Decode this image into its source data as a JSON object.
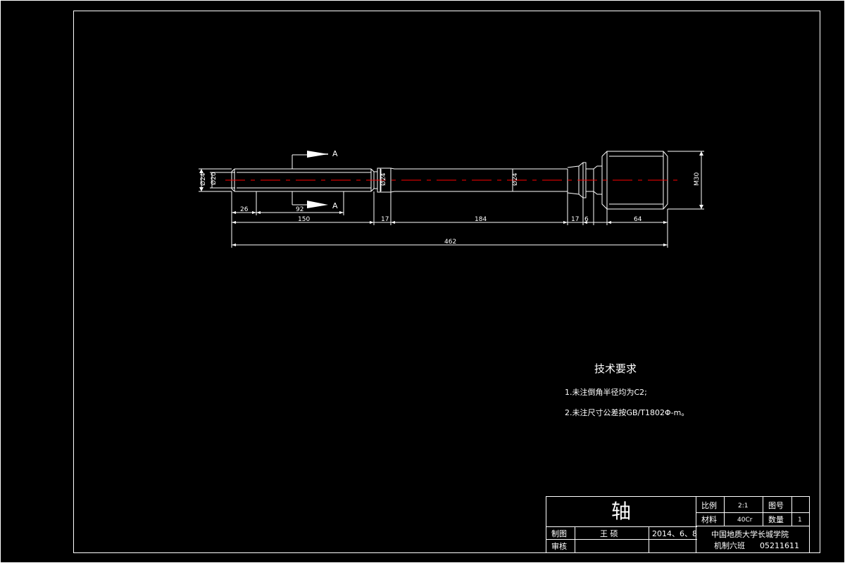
{
  "drawing": {
    "section_label_top": "A",
    "section_label_bottom": "A",
    "dim_d24_left": "Ø24",
    "dim_d20": "Ø20",
    "dim_d24_mid1": "Ø24",
    "dim_d24_mid2": "Ø24",
    "dim_m30": "M30",
    "dim_26": "26",
    "dim_92": "92",
    "dim_150": "150",
    "dim_17a": "17",
    "dim_184": "184",
    "dim_17b": "17",
    "dim_6": "6",
    "dim_64": "64",
    "dim_462": "462"
  },
  "tech": {
    "title": "技术要求",
    "item1": "1.未注倒角半径均为C2;",
    "item2": "2.未注尺寸公差按GB/T1802Φ-m。"
  },
  "title_block": {
    "part_name": "轴",
    "scale_label": "比例",
    "scale_value": "2:1",
    "drawing_no_label": "图号",
    "drawing_no_value": "",
    "material_label": "材料",
    "material_value": "40Cr",
    "qty_label": "数量",
    "qty_value": "1",
    "drawn_label": "制图",
    "drawn_name": "王 硕",
    "date": "2014、6、8",
    "checked_label": "审核",
    "checked_name": "",
    "school": "中国地质大学长城学院",
    "class_name": "机制六班",
    "student_id": "05211611"
  },
  "colors": {
    "line": "#ffffff",
    "centerline": "#ff0000",
    "background": "#000000"
  }
}
